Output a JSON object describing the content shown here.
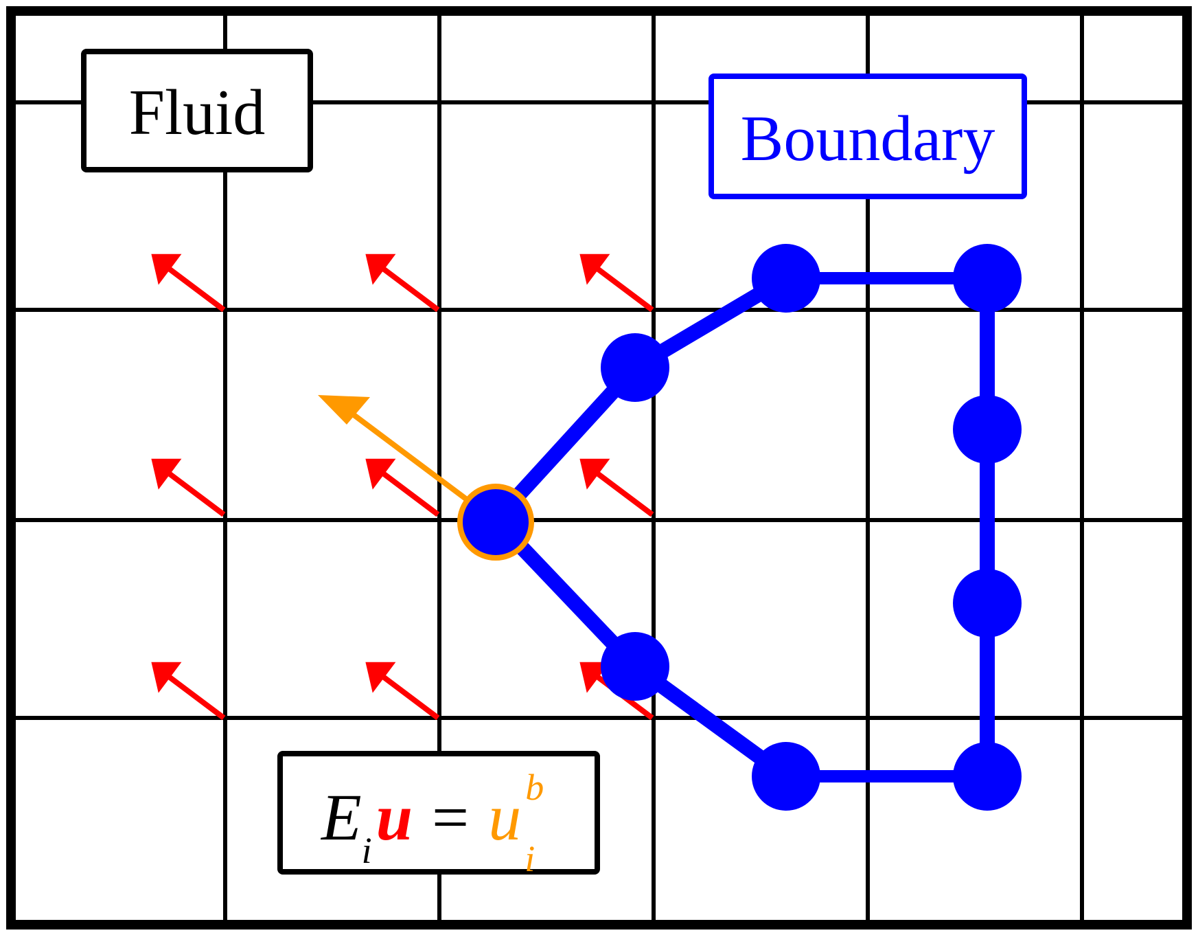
{
  "labels": {
    "fluid": "Fluid",
    "boundary": "Boundary"
  },
  "equation": {
    "operator": "E",
    "operator_sub": "i",
    "fluid_var": "u",
    "equals": "=",
    "boundary_var": "u",
    "boundary_sub": "i",
    "boundary_sup": "b"
  },
  "colors": {
    "grid": "#000000",
    "fluid_velocity": "#ff0000",
    "boundary": "#0000ff",
    "highlight": "#ff9900",
    "fluid_label": "#000000",
    "boundary_label": "#0000ff"
  },
  "icons": {
    "fluid_velocity": "arrow-icon",
    "boundary_marker": "filled-circle-icon",
    "highlighted_marker": "ringed-circle-icon"
  }
}
